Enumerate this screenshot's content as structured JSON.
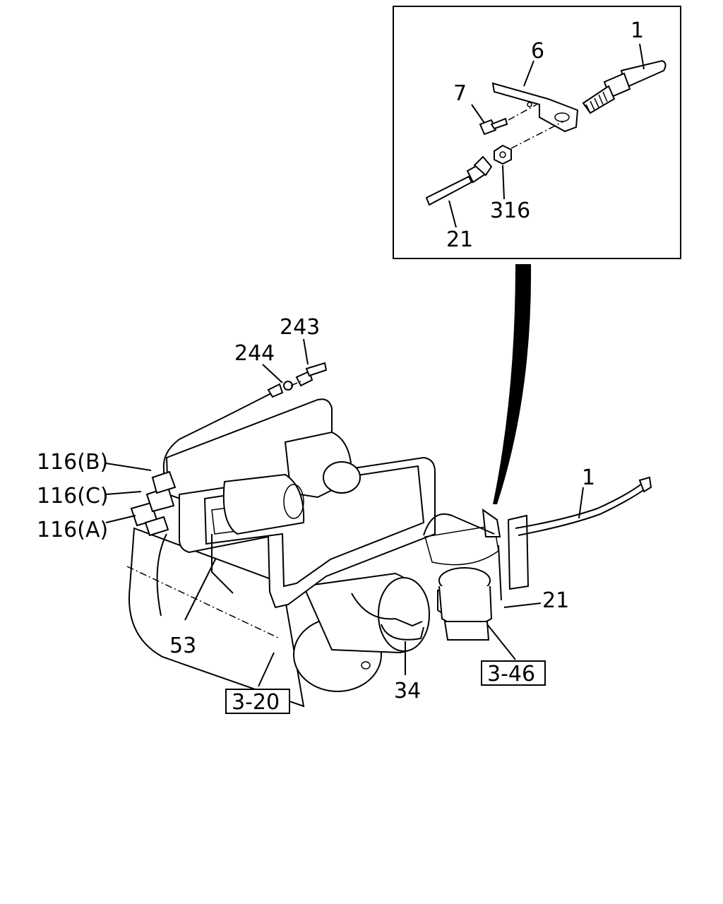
{
  "inset": {
    "labels": {
      "l1": "1",
      "l6": "6",
      "l7": "7",
      "l316": "316",
      "l21": "21"
    }
  },
  "main": {
    "labels": {
      "l243": "243",
      "l244": "244",
      "l116b": "116(B)",
      "l116c": "116(C)",
      "l116a": "116(A)",
      "l53": "53",
      "l320": "3-20",
      "l34": "34",
      "l346": "3-46",
      "l21": "21",
      "l1": "1"
    }
  },
  "colors": {
    "ink": "#000000",
    "paper": "#ffffff"
  }
}
